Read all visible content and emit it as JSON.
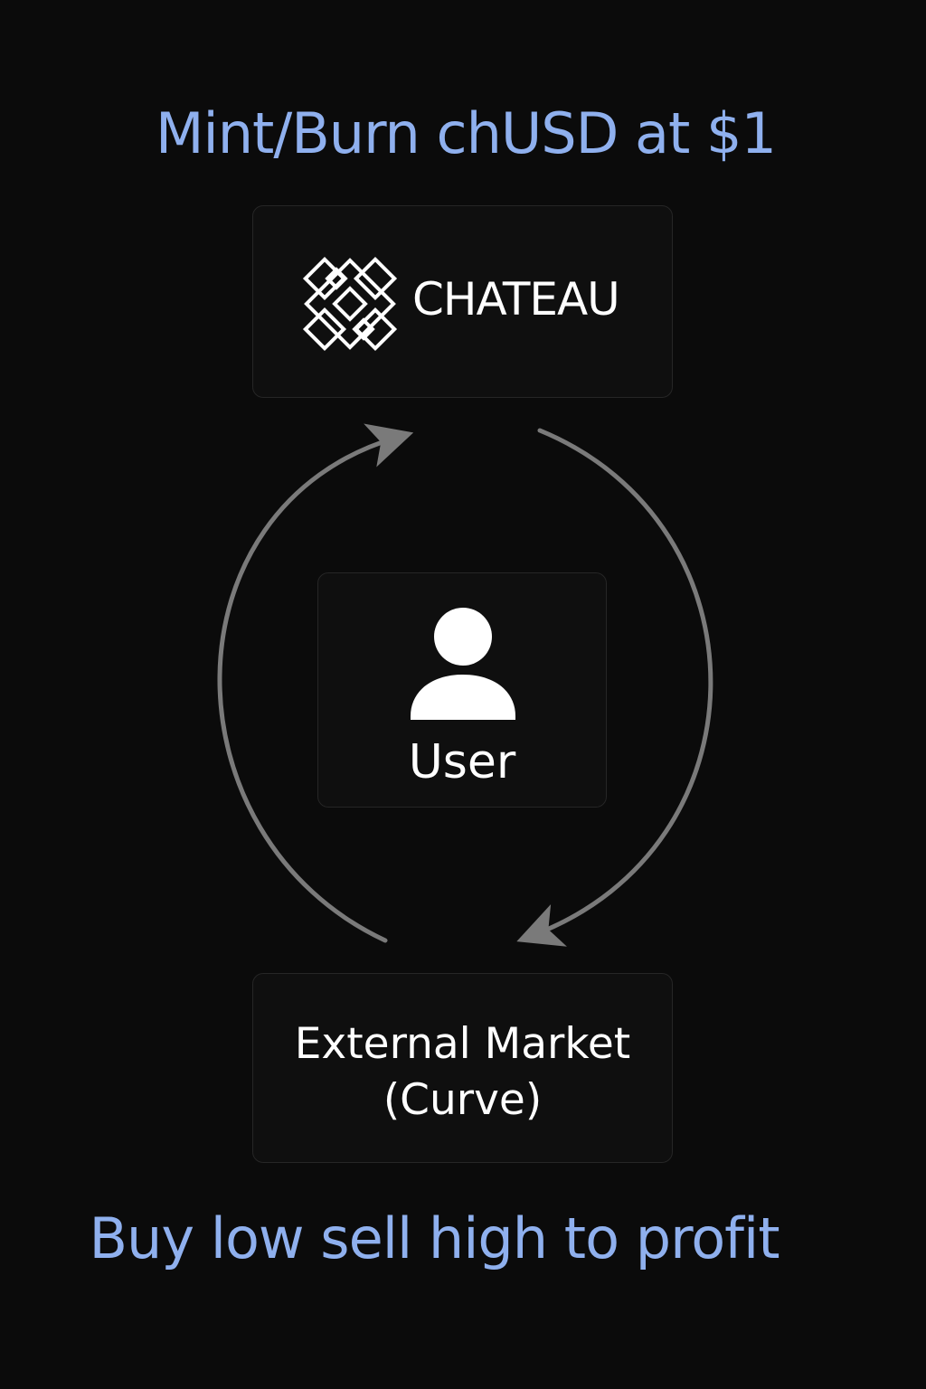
{
  "title": "Mint/Burn chUSD at $1",
  "subtitle": "Buy low sell high to profit",
  "nodes": {
    "chateau": {
      "label": "CHATEAU",
      "logo_icon": "chateau-diamond-lattice-logo"
    },
    "user": {
      "label": "User",
      "icon": "user-icon"
    },
    "market": {
      "line1": "External Market",
      "line2": "(Curve)"
    }
  },
  "edges": [
    {
      "from": "market",
      "to": "chateau",
      "side": "left"
    },
    {
      "from": "chateau",
      "to": "market",
      "side": "right"
    }
  ],
  "colors": {
    "background": "#0b0b0b",
    "accent_text": "#8fb0ee",
    "box_fill": "#0f0f0f",
    "box_border": "#262626",
    "arrow": "#7a7a7a",
    "text": "#ffffff"
  }
}
